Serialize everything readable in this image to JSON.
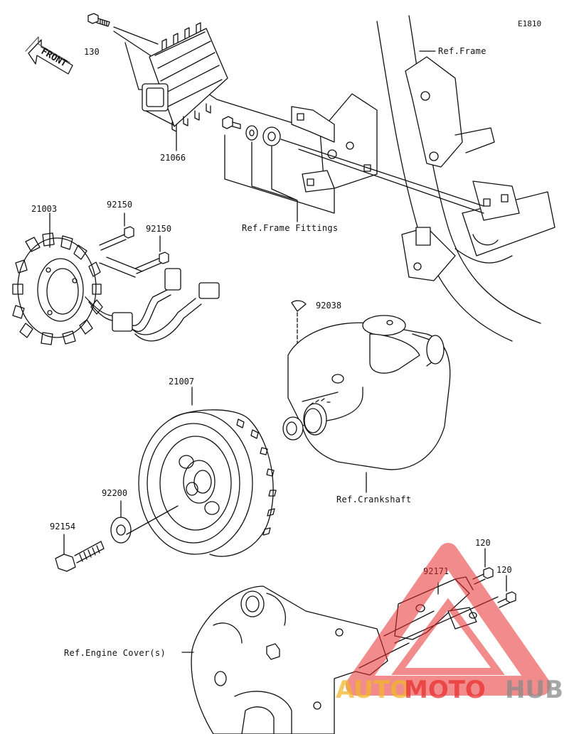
{
  "diagram": {
    "code": "E1810",
    "front_label": "FRONT",
    "parts": {
      "bolt_regulator": "130",
      "regulator": "21066",
      "stator": "21003",
      "stator_bolt_a": "92150",
      "stator_bolt_b": "92150",
      "key": "92038",
      "rotor": "21007",
      "washer": "92200",
      "rotor_bolt": "92154",
      "bracket_bolt_a": "120",
      "bracket_bolt_b": "120",
      "bracket": "92171"
    },
    "refs": {
      "frame": "Ref.Frame",
      "frame_fittings": "Ref.Frame Fittings",
      "crankshaft": "Ref.Crankshaft",
      "engine_cover": "Ref.Engine Cover(s)"
    }
  },
  "watermark": {
    "text_auto": "AUTO",
    "text_moto": "MOTO",
    "text_hub": "HUB",
    "color_red": "#e8302f",
    "color_gold": "#f2b62b",
    "color_gray": "#8a8a8a"
  }
}
